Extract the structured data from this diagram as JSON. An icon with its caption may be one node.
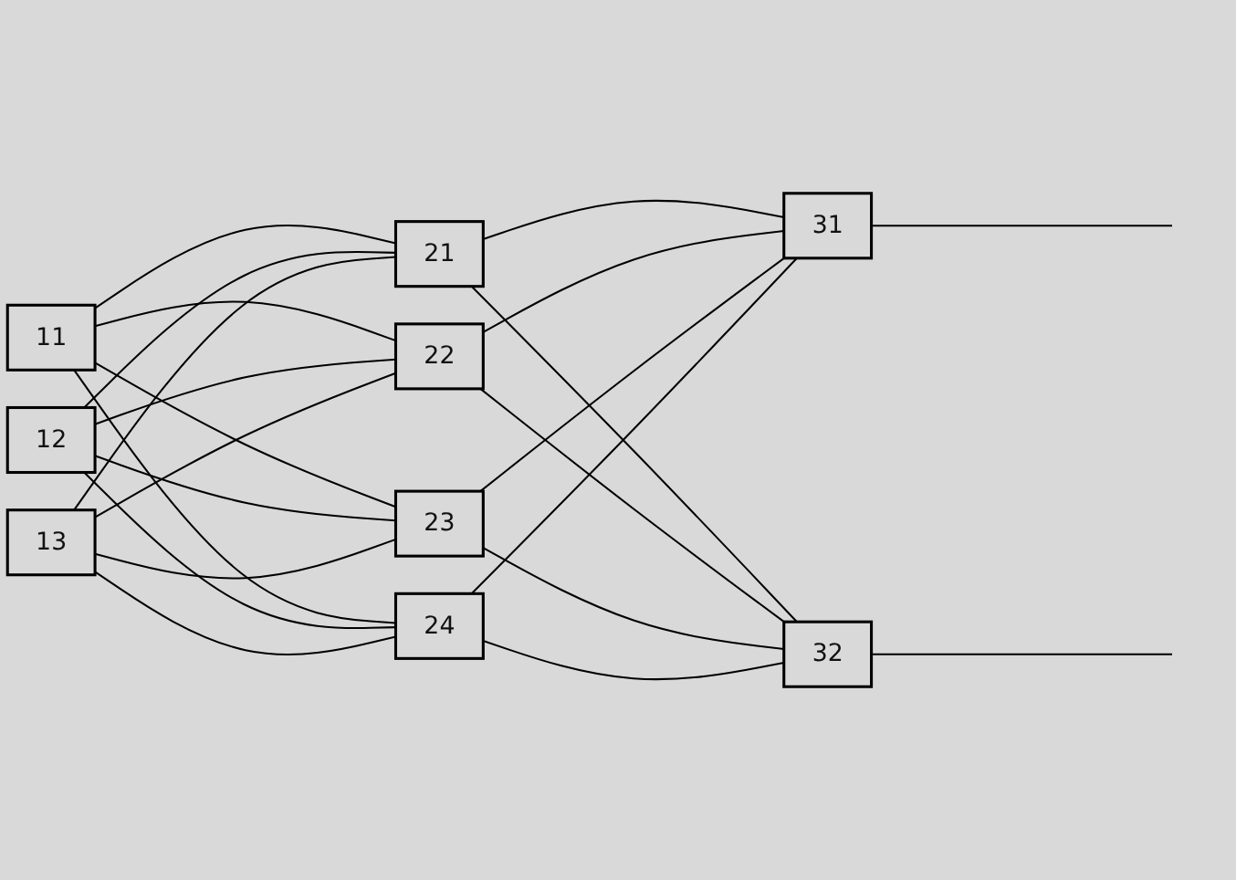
{
  "diagram": {
    "nodes": [
      {
        "text": [
          "11"
        ]
      },
      {
        "text": [
          "12"
        ]
      },
      {
        "text": [
          "13"
        ]
      },
      {
        "text": [
          "21"
        ]
      },
      {
        "text": [
          "22"
        ]
      },
      {
        "text": [
          "23"
        ]
      },
      {
        "text": [
          "24"
        ]
      },
      {
        "text": [
          "31"
        ]
      },
      {
        "text": [
          "32"
        ]
      }
    ],
    "edges": [
      {
        "from": 0,
        "to": 3,
        "arrow": "none"
      },
      {
        "from": 0,
        "to": 4,
        "arrow": "none"
      },
      {
        "from": 0,
        "to": 5,
        "arrow": "none"
      },
      {
        "from": 0,
        "to": 6,
        "arrow": "none"
      },
      {
        "from": 1,
        "to": 3,
        "arrow": "none"
      },
      {
        "from": 1,
        "to": 4,
        "arrow": "none"
      },
      {
        "from": 1,
        "to": 5,
        "arrow": "none"
      },
      {
        "from": 1,
        "to": 6,
        "arrow": "none"
      },
      {
        "from": 2,
        "to": 3,
        "arrow": "none"
      },
      {
        "from": 2,
        "to": 4,
        "arrow": "none"
      },
      {
        "from": 2,
        "to": 5,
        "arrow": "none"
      },
      {
        "from": 2,
        "to": 6,
        "arrow": "none"
      },
      {
        "from": 3,
        "to": 7,
        "arrow": "none"
      },
      {
        "from": 3,
        "to": 8,
        "arrow": "none"
      },
      {
        "from": 4,
        "to": 7,
        "arrow": "none"
      },
      {
        "from": 4,
        "to": 8,
        "arrow": "none"
      },
      {
        "from": 5,
        "to": 7,
        "arrow": "none"
      },
      {
        "from": 5,
        "to": 8,
        "arrow": "none"
      },
      {
        "from": 6,
        "to": 7,
        "arrow": "none"
      },
      {
        "from": 6,
        "to": 8,
        "arrow": "none"
      },
      {
        "from": 7,
        "to": null,
        "arrow": "none"
      },
      {
        "from": 8,
        "to": null,
        "arrow": "none"
      }
    ]
  }
}
